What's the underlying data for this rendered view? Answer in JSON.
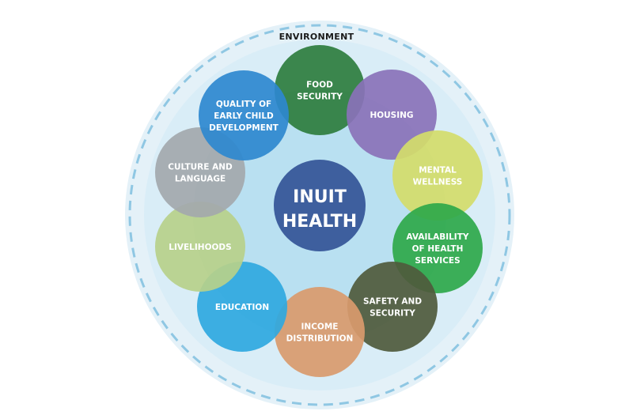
{
  "environment_label": "ENVIRONMENT",
  "center": {
    "lines": [
      "INUIT",
      "HEALTH"
    ],
    "color": "#3e5f9e"
  },
  "determinants": [
    {
      "id": "food-security",
      "lines": [
        "FOOD",
        "SECURITY"
      ],
      "color": "#2e7d3e"
    },
    {
      "id": "housing",
      "lines": [
        "HOUSING"
      ],
      "color": "#8a72b8"
    },
    {
      "id": "mental-wellness",
      "lines": [
        "MENTAL",
        "WELLNESS"
      ],
      "color": "#d4dc6a"
    },
    {
      "id": "availability-of-health-services",
      "lines": [
        "AVAILABILITY",
        "OF HEALTH",
        "SERVICES"
      ],
      "color": "#2ea84a"
    },
    {
      "id": "safety-and-security",
      "lines": [
        "SAFETY AND",
        "SECURITY"
      ],
      "color": "#4f5a3c"
    },
    {
      "id": "income-distribution",
      "lines": [
        "INCOME",
        "DISTRIBUTION"
      ],
      "color": "#d99a6c"
    },
    {
      "id": "education",
      "lines": [
        "EDUCATION"
      ],
      "color": "#2fa8e0"
    },
    {
      "id": "livelihoods",
      "lines": [
        "LIVELIHOODS"
      ],
      "color": "#b7d08a"
    },
    {
      "id": "culture-and-language",
      "lines": [
        "CULTURE AND",
        "LANGUAGE"
      ],
      "color": "#a3a8ad"
    },
    {
      "id": "quality-of-early-child-development",
      "lines": [
        "QUALITY OF",
        "EARLY CHILD",
        "DEVELOPMENT"
      ],
      "color": "#2e88cf"
    }
  ],
  "colors": {
    "outer_ring": "#e4f1f8",
    "dashed_border": "#8fc7e3",
    "inner_disc": "#cfe8f4",
    "core_disc": "#a8d8ec"
  }
}
